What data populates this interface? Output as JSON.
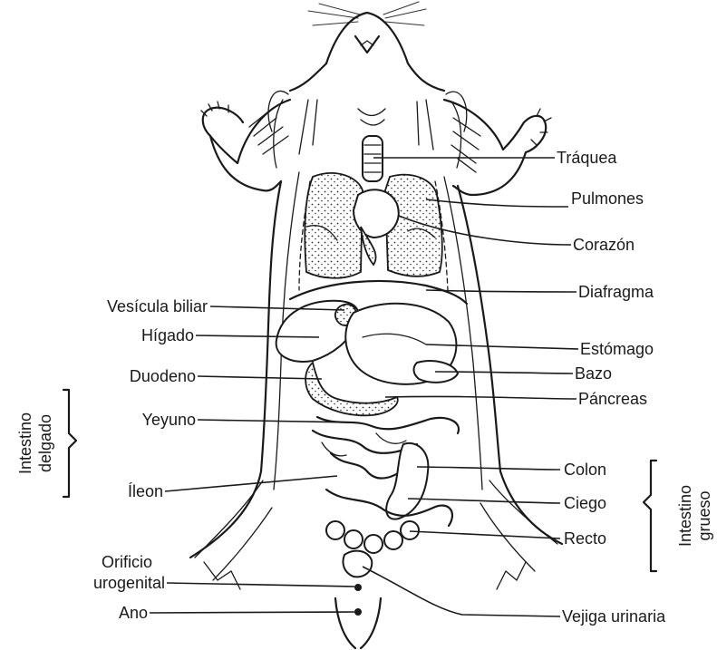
{
  "labels": {
    "traquea": "Tráquea",
    "pulmones": "Pulmones",
    "corazon": "Corazón",
    "diafragma": "Diafragma",
    "vesicula": "Vesícula biliar",
    "higado": "Hígado",
    "estomago": "Estómago",
    "bazo": "Bazo",
    "duodeno": "Duodeno",
    "pancreas": "Páncreas",
    "yeyuno": "Yeyuno",
    "colon": "Colon",
    "ileon": "Íleon",
    "ciego": "Ciego",
    "recto": "Recto",
    "orificio_line1": "Orificio",
    "orificio_line2": "urogenital",
    "ano": "Ano",
    "vejiga": "Vejiga urinaria"
  },
  "groups": {
    "intestino_delgado_line1": "Intestino",
    "intestino_delgado_line2": "delgado",
    "intestino_grueso_line1": "Intestino",
    "intestino_grueso_line2": "grueso"
  }
}
